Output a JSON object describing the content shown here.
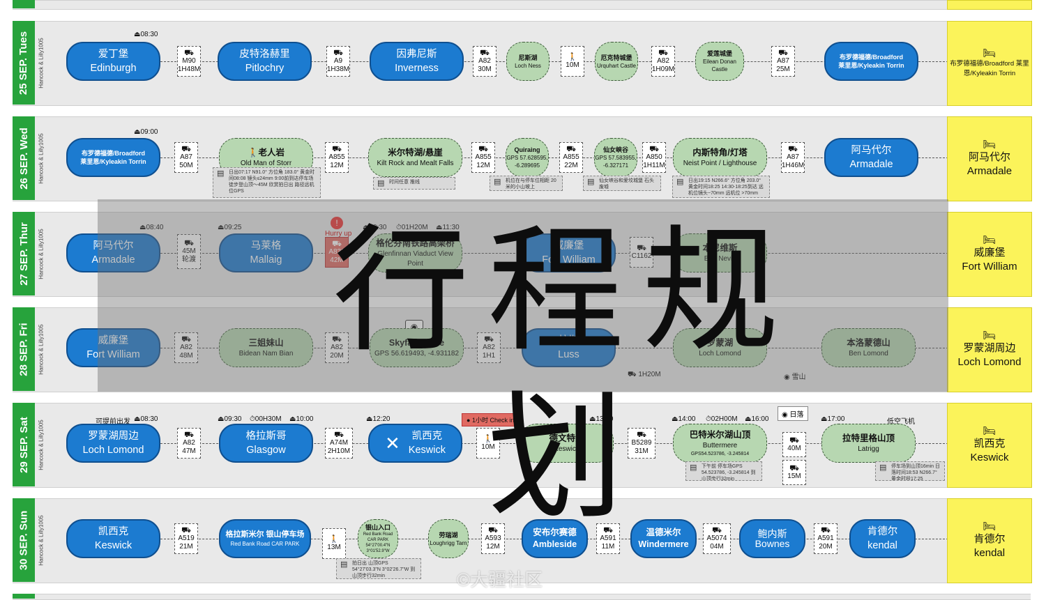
{
  "title": "行程规划",
  "watermark": "©大疆社区",
  "owner": "Hancock & Lilly1005",
  "days": [
    {
      "label": "25 SEP. Tues",
      "hotel": "布罗德福德/Broadford 莱里恩/Kyleakin Torrin",
      "start_time": "⏏08:30",
      "nodes": [
        {
          "cn": "爱丁堡",
          "en": "Edinburgh"
        },
        {
          "cn": "皮特洛赫里",
          "en": "Pitlochry"
        },
        {
          "cn": "因弗尼斯",
          "en": "Inverness"
        },
        {
          "cn": "尼斯湖",
          "en": "Loch Ness"
        },
        {
          "cn": "厄克特城堡",
          "en": "Urquhart Castle"
        },
        {
          "cn": "爱莲城堡",
          "en": "Eilean Donan Castle"
        },
        {
          "cn": "布罗德福德/Broadford",
          "en": "莱里恩/Kyleakin Torrin"
        }
      ],
      "transfers": [
        {
          "road": "M90",
          "dur": "1H48M"
        },
        {
          "road": "A9",
          "dur": "1H38M"
        },
        {
          "road": "A82",
          "dur": "30M"
        },
        {
          "road": "",
          "dur": "10M"
        },
        {
          "road": "A82",
          "dur": "1H09M"
        },
        {
          "road": "A87",
          "dur": "25M"
        }
      ]
    },
    {
      "label": "26 SEP. Wed",
      "hotel_cn": "阿马代尔",
      "hotel_en": "Armadale",
      "start_time": "⏏09:00",
      "nodes": [
        {
          "cn": "布罗德福德/Broadford",
          "en": "莱里恩/Kyleakin Torrin"
        },
        {
          "cn": "老人岩",
          "en": "Old Man of Storr"
        },
        {
          "cn": "米尔特湖/悬崖",
          "en": "Kilt Rock and Mealt Falls"
        },
        {
          "cn": "Quiraing",
          "en": "GPS 57.628595, -6.289695"
        },
        {
          "cn": "仙女峡谷",
          "en": "GPS 57.583955, -6.327171"
        },
        {
          "cn": "内斯特角/灯塔",
          "en": "Neist Point / Lighthouse"
        },
        {
          "cn": "阿马代尔",
          "en": "Armadale"
        }
      ],
      "transfers": [
        {
          "road": "A87",
          "dur": "50M"
        },
        {
          "road": "A855",
          "dur": "12M"
        },
        {
          "road": "A855",
          "dur": "12M"
        },
        {
          "road": "A855",
          "dur": "22M"
        },
        {
          "road": "A850",
          "dur": "1H11M"
        },
        {
          "road": "A87",
          "dur": "1H46M"
        }
      ],
      "notes": [
        "日出07:17 N91.0° 方位角 183.0° 黄金时间08:08 镜头≤24mm 9:00前到达停车场 徒步登山顶～45M 欣赏拍日出 路径远机位GPS",
        "时间任意 推线",
        "机位在与停车位相距 20米的小山坡上",
        "仙女峡谷和爱坟城堡 石头废墟",
        "日出19:15 N266.6° 方位角 203.0° 黄金时间18:25 14:30-18:25到达 远机位镜头~70mm 远机位 >70mm"
      ]
    },
    {
      "label": "27 SEP. Thur",
      "hotel_cn": "威廉堡",
      "hotel_en": "Fort William",
      "times": [
        "⏏08:40",
        "⏏09:25",
        "⏏10:30",
        "⏱01H20M",
        "⏏11:30"
      ],
      "hurry": "Hurry up",
      "nodes": [
        {
          "cn": "阿马代尔",
          "en": "Armadale"
        },
        {
          "cn": "马莱格",
          "en": "Mallaig"
        },
        {
          "cn": "格伦芬南铁路高架桥",
          "en": "Glenfinnan Viaduct View Point"
        },
        {
          "cn": "威廉堡",
          "en": "Fort William"
        },
        {
          "cn": "本尼维斯",
          "en": "Ben Nevis"
        }
      ],
      "transfers": [
        {
          "road": "45M",
          "dur": "轮渡"
        },
        {
          "road": "A830",
          "dur": "42M"
        },
        {
          "road": "C1162",
          "dur": ""
        }
      ]
    },
    {
      "label": "28 SEP. Fri",
      "hotel_cn": "罗蒙湖周边",
      "hotel_en": "Loch Lomond",
      "nodes": [
        {
          "cn": "威廉堡",
          "en": "Fort William"
        },
        {
          "cn": "三姐妹山",
          "en": "Bidean Nam Bian"
        },
        {
          "cn": "Skyfall scene",
          "en": "GPS 56.619493, -4.931182"
        },
        {
          "cn": "拉斯",
          "en": "Luss"
        },
        {
          "cn": "罗蒙湖",
          "en": "Loch Lomond"
        },
        {
          "cn": "本洛蒙德山",
          "en": "Ben Lomond"
        }
      ],
      "transfers": [
        {
          "road": "A82",
          "dur": "48M"
        },
        {
          "road": "A82",
          "dur": "20M"
        },
        {
          "road": "A82",
          "dur": "1H1"
        }
      ],
      "extra": [
        "1H20M",
        "雪山"
      ]
    },
    {
      "label": "29 SEP. Sat",
      "hotel_cn": "凯西克",
      "hotel_en": "Keswick",
      "pre": "可提前出发",
      "times": [
        "⏏08:30",
        "⏏09:30",
        "⏱00H30M",
        "⏏10:00",
        "⏏12:20",
        "⏏13:30",
        "⏏14:00",
        "⏱02H00M",
        "⏏16:00",
        "⏏17:00"
      ],
      "checkin": "1小时 Check in",
      "sunset": "日落",
      "sky": "低空飞机",
      "nodes": [
        {
          "cn": "罗蒙湖周边",
          "en": "Loch Lomond"
        },
        {
          "cn": "格拉斯哥",
          "en": "Glasgow"
        },
        {
          "cn": "凯西克",
          "en": "Keswick"
        },
        {
          "cn": "德文特湖",
          "en": "Keswick"
        },
        {
          "cn": "巴特米尔湖山顶",
          "en": "Buttermere"
        },
        {
          "cn": "拉特里格山顶",
          "en": "Latrigg"
        }
      ],
      "buttermere_gps": "GPS54.523786, -3.245814",
      "transfers": [
        {
          "road": "A82",
          "dur": "47M"
        },
        {
          "road": "A74M",
          "dur": "2H10M"
        },
        {
          "road": "",
          "dur": "10M"
        },
        {
          "road": "B5289",
          "dur": "31M"
        },
        {
          "road": "",
          "dur": "40M"
        },
        {
          "road": "",
          "dur": "15M"
        }
      ],
      "notes": [
        "下午前 停车场GPS 54.523786, -3.245814 到山顶步行32min",
        "停车场到山顶16min 日落时间18:53 N266.7° 黄金时段17:25"
      ]
    },
    {
      "label": "30 SEP. Sun",
      "hotel_cn": "肯德尔",
      "hotel_en": "kendal",
      "nodes": [
        {
          "cn": "凯西克",
          "en": "Keswick"
        },
        {
          "cn": "格拉斯米尔 银山停车场",
          "en": "Red Bank Road CAR PARK"
        },
        {
          "cn": "银山入口",
          "en": "Red Bank Road CAR PARK 54°27'00.4\"N 3°01'52.9\"W"
        },
        {
          "cn": "劳瑞湖",
          "en": "Loughrigg Tarn"
        },
        {
          "cn": "安布尔赛德",
          "en": "Ambleside"
        },
        {
          "cn": "温德米尔",
          "en": "Windermere"
        },
        {
          "cn": "鲍内斯",
          "en": "Bownes"
        },
        {
          "cn": "肯德尔",
          "en": "kendal"
        }
      ],
      "transfers": [
        {
          "road": "A519",
          "dur": "21M"
        },
        {
          "road": "",
          "dur": "13M"
        },
        {
          "road": "A593",
          "dur": "12M"
        },
        {
          "road": "A591",
          "dur": "11M"
        },
        {
          "road": "A5074",
          "dur": "04M"
        },
        {
          "road": "A591",
          "dur": "20M"
        }
      ],
      "note": "拍日出 山顶GPS 54°27'03.3\"N 3°02'26.7\"W 到山顶步行32min"
    }
  ],
  "colors": {
    "blue_node": "#1c7bd0",
    "green_node": "#b7d7b1",
    "hotel": "#fbf35a",
    "day_tab": "#27a33c",
    "alert": "#e06a62"
  },
  "icons": [
    "bed-icon",
    "car-icon",
    "walk-icon",
    "camera-icon",
    "calendar-icon",
    "fork-knife-icon",
    "alert-icon"
  ]
}
